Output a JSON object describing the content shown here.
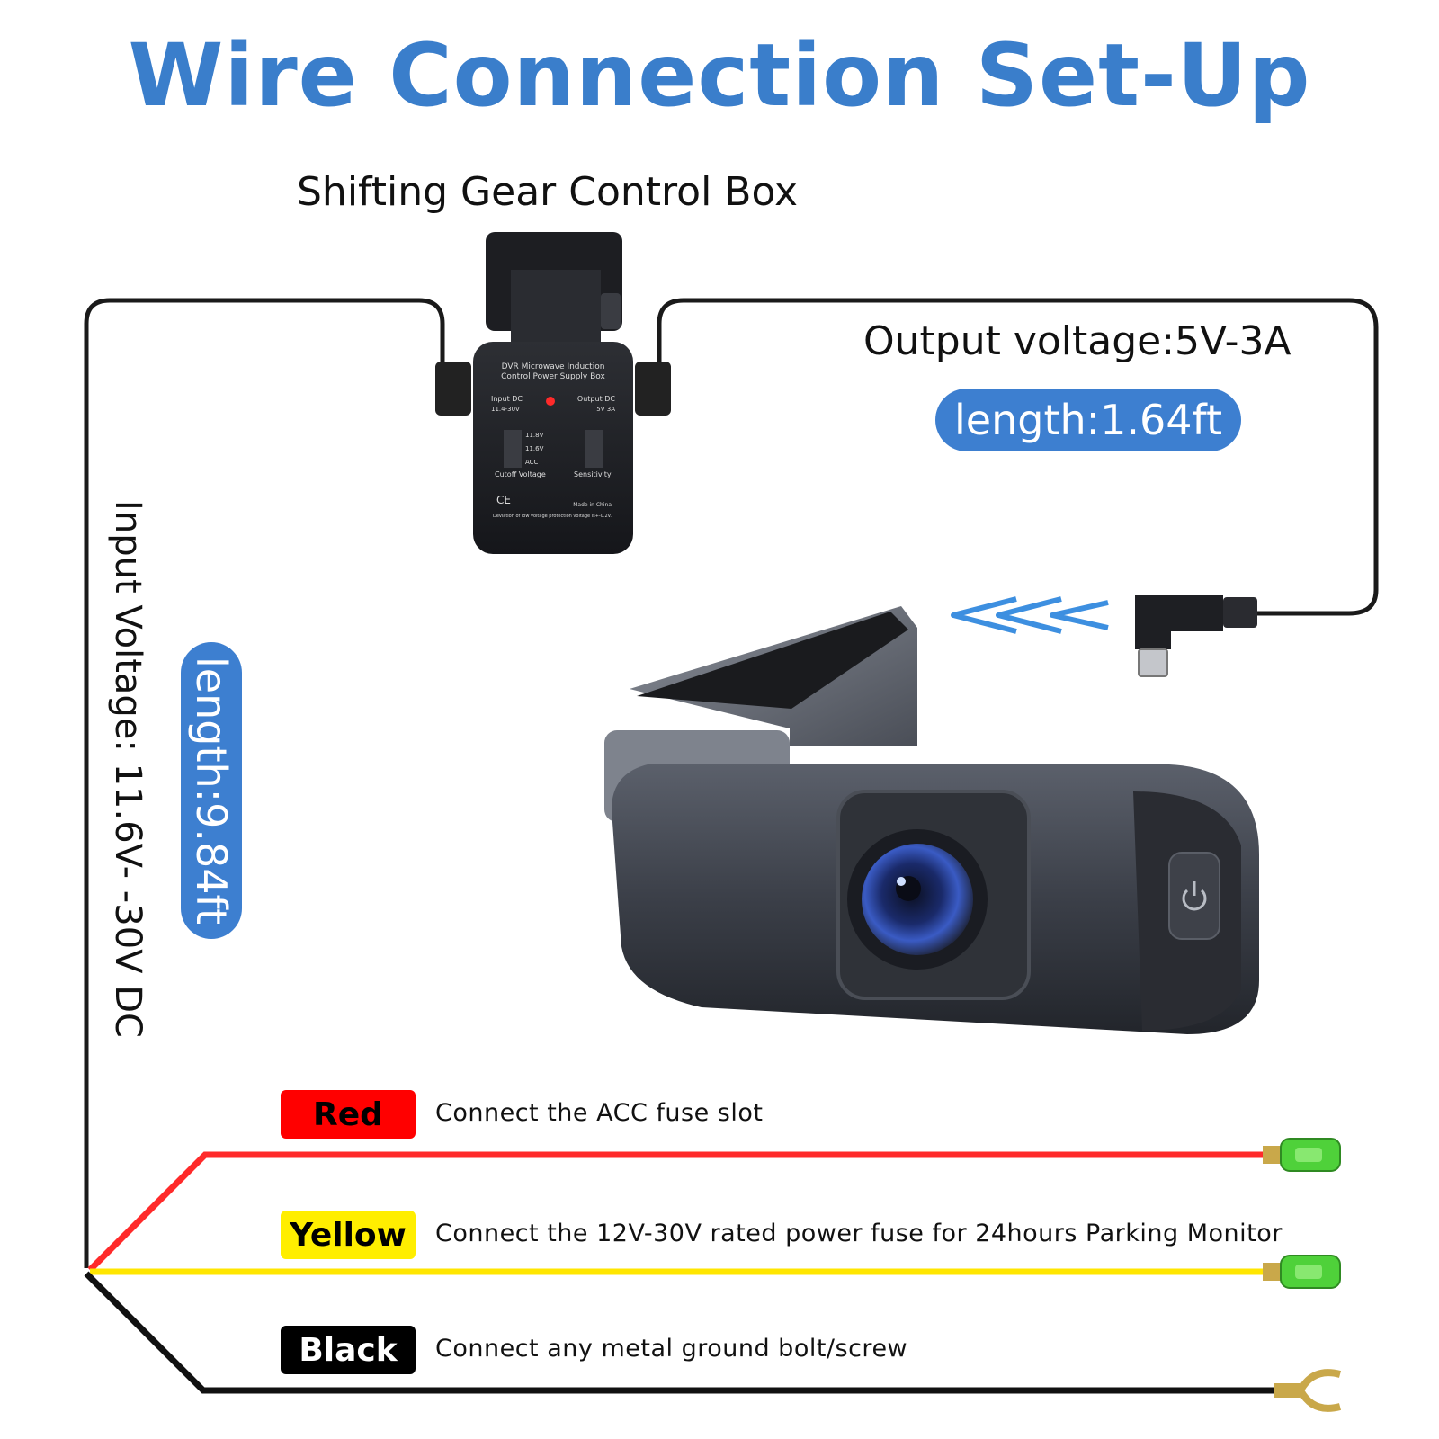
{
  "title": "Wire Connection Set-Up",
  "control_box": {
    "title": "Shifting Gear Control Box",
    "panel_heading_1": "DVR Microwave Induction",
    "panel_heading_2": "Control Power Supply Box",
    "input_dc_label": "Input DC",
    "input_dc_value": "11.4-30V",
    "output_dc_label": "Output DC",
    "output_dc_value": "5V 3A",
    "cutoff_options": [
      "11.8V",
      "11.6V",
      "ACC"
    ],
    "cutoff_label": "Cutoff Voltage",
    "sensitivity_label": "Sensitivity",
    "marks": "CE",
    "made_in": "Made in China",
    "footnote": "Deviation of low voltage protection voltage is+-0.2V."
  },
  "output": {
    "voltage_label": "Output voltage:5V-3A",
    "length_label": "length:1.64ft"
  },
  "input": {
    "voltage_label": "Input Voltage: 11.6V- -30V DC",
    "length_label": "length:9.84ft"
  },
  "wires": [
    {
      "tag": "Red",
      "description": "Connect the ACC fuse slot",
      "color": "#ff2a2a"
    },
    {
      "tag": "Yellow",
      "description": "Connect the 12V-30V rated power fuse for 24hours Parking Monitor",
      "color": "#ffe600"
    },
    {
      "tag": "Black",
      "description": "Connect any metal ground bolt/screw",
      "color": "#111111"
    }
  ],
  "colors": {
    "title_blue": "#3a7ecb",
    "pill_blue": "#3d7fd0",
    "arrow_blue": "#3d8fe0",
    "connector_green": "#4fd13a"
  },
  "icons": [
    "usb-c-plug-icon",
    "power-icon",
    "fuse-tap-icon",
    "fork-terminal-icon",
    "double-chevron-arrow-icon"
  ]
}
